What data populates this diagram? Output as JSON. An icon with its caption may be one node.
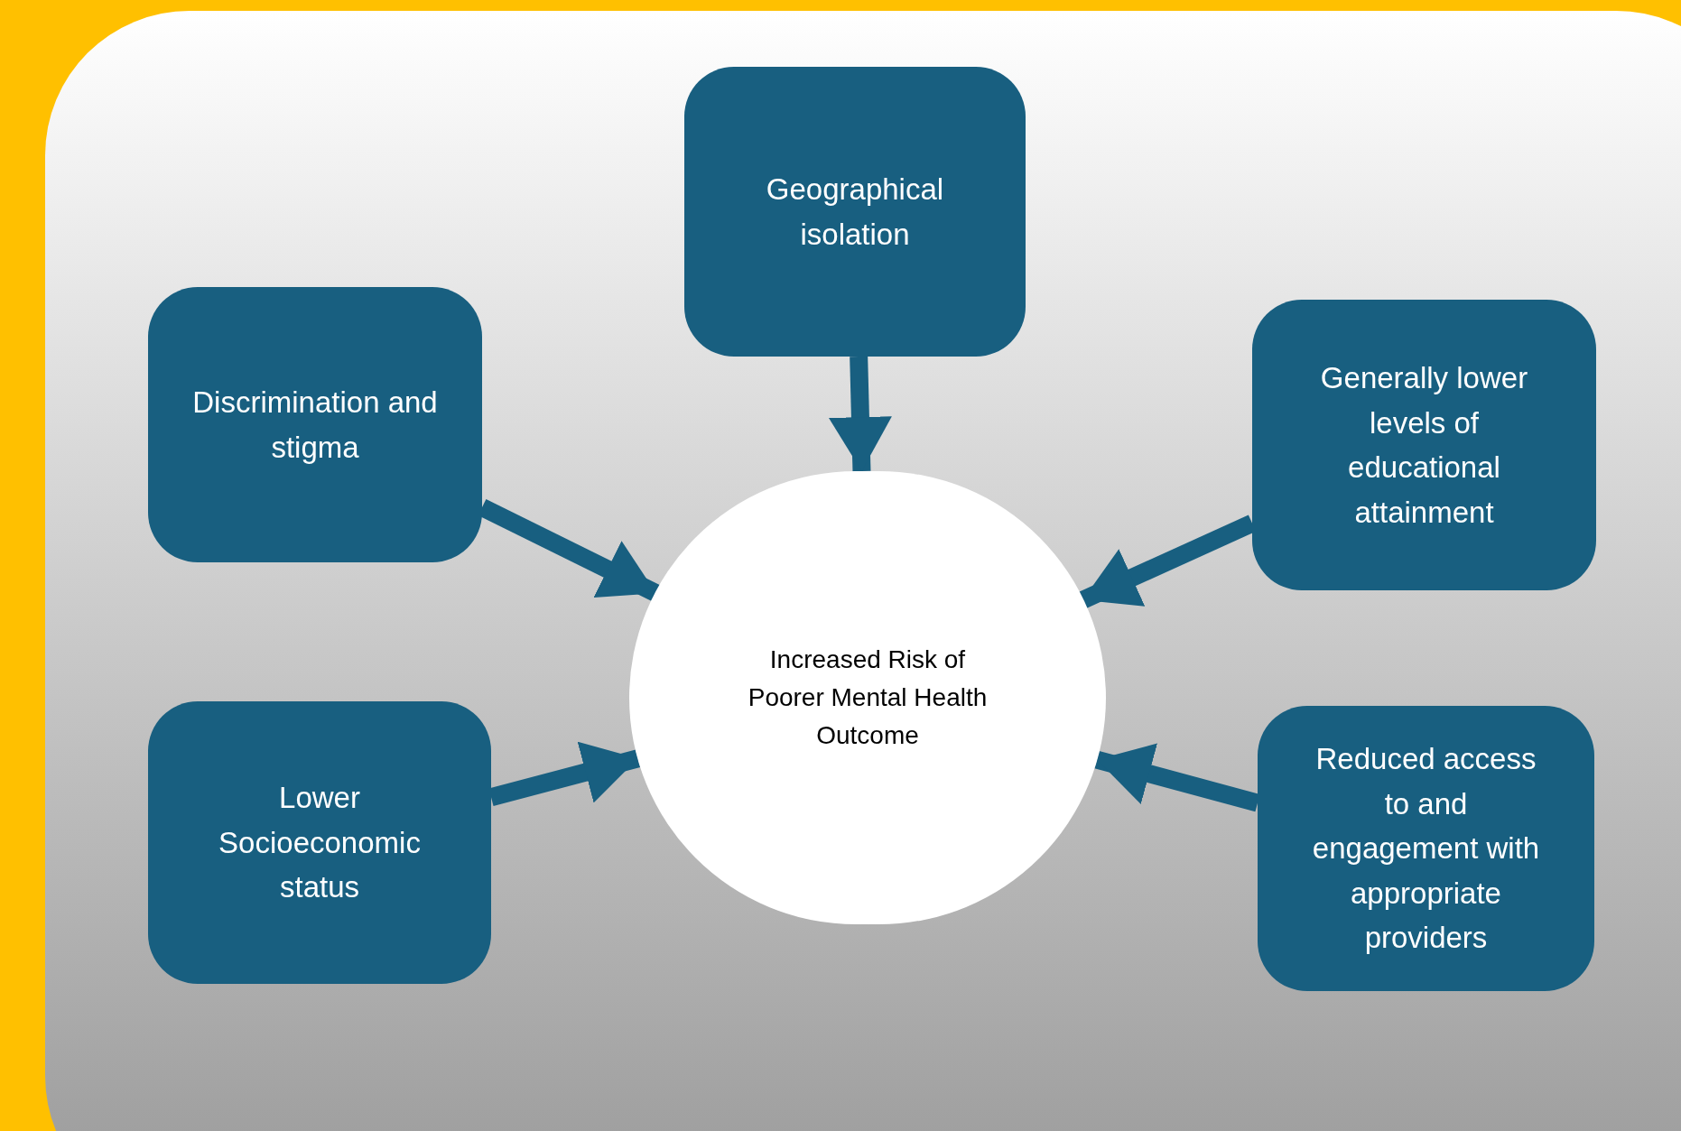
{
  "diagram": {
    "nodes": [
      {
        "text": [
          "Increased Risk of Poorer Mental Health Outcome"
        ]
      },
      {
        "text": [
          "Geographical isolation"
        ]
      },
      {
        "text": [
          "Discrimination and stigma"
        ]
      },
      {
        "text": [
          "Generally lower levels of educational attainment"
        ]
      },
      {
        "text": [
          "Lower Socioeconomic status"
        ]
      },
      {
        "text": [
          "Reduced access to and engagement with appropriate providers"
        ]
      }
    ],
    "edges": [
      {
        "from": 1,
        "to": 0,
        "arrow": "to"
      },
      {
        "from": 2,
        "to": 0,
        "arrow": "to"
      },
      {
        "from": 3,
        "to": 0,
        "arrow": "to"
      },
      {
        "from": 4,
        "to": 0,
        "arrow": "to"
      },
      {
        "from": 5,
        "to": 0,
        "arrow": "to"
      }
    ]
  }
}
